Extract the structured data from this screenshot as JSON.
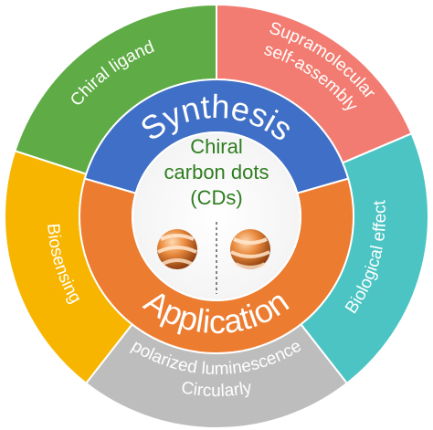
{
  "center": {
    "lines": [
      "Chiral",
      "carbon dots",
      "(CDs)"
    ]
  },
  "inner_ring": {
    "top_label": "Synthesis",
    "bottom_label": "Application"
  },
  "outer_segments": [
    {
      "key": "chiral-ligand",
      "lines": [
        "Chiral ligand"
      ],
      "color": "#5fac46"
    },
    {
      "key": "supramolecular",
      "lines": [
        "Supramolecular",
        "self-assembly"
      ],
      "color": "#f27c71"
    },
    {
      "key": "biological-effect",
      "lines": [
        "Biological effect"
      ],
      "color": "#4bc4c3"
    },
    {
      "key": "circularly-polarized",
      "lines": [
        "Circularly",
        "polarized luminescence"
      ],
      "color": "#bdbdbd"
    },
    {
      "key": "biosensing",
      "lines": [
        "Biosensing"
      ],
      "color": "#f7b500"
    }
  ],
  "colors": {
    "synthesis_blue": "#3f6fc6",
    "application_orange": "#ec7c30",
    "center_text_green": "#2e7d1f",
    "sphere_orange": "#e07a2c"
  }
}
